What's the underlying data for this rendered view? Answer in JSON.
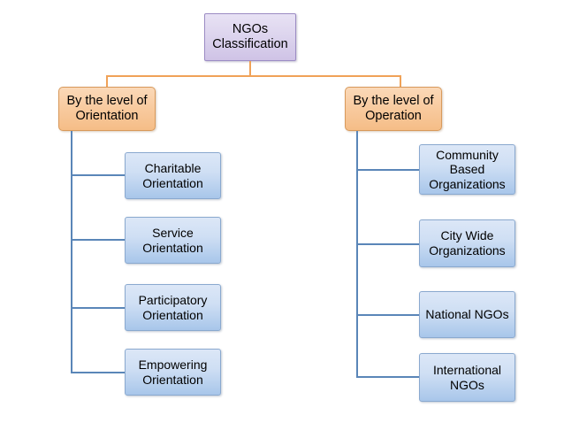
{
  "diagram": {
    "title": "NGOs Classification",
    "colors": {
      "root_fill": "#ddd5ee",
      "root_border": "#9c8cc4",
      "branch_fill": "#f8ca9e",
      "branch_border": "#d89a5c",
      "leaf_fill": "#cfdff4",
      "leaf_border": "#8aa9cf",
      "connector_orange": "#f0a258",
      "connector_blue": "#5a86b8",
      "background": "#ffffff",
      "text": "#000000"
    },
    "root": {
      "label": "NGOs\nClassification"
    },
    "branches": [
      {
        "label": "By the level of\nOrientation",
        "children": [
          {
            "label": "Charitable\nOrientation"
          },
          {
            "label": "Service\nOrientation"
          },
          {
            "label": "Participatory\nOrientation"
          },
          {
            "label": "Empowering\nOrientation"
          }
        ]
      },
      {
        "label": "By the level of\nOperation",
        "children": [
          {
            "label": "Community\nBased\nOrganizations"
          },
          {
            "label": "City Wide\nOrganizations"
          },
          {
            "label": "National NGOs"
          },
          {
            "label": "International\nNGOs"
          }
        ]
      }
    ]
  }
}
